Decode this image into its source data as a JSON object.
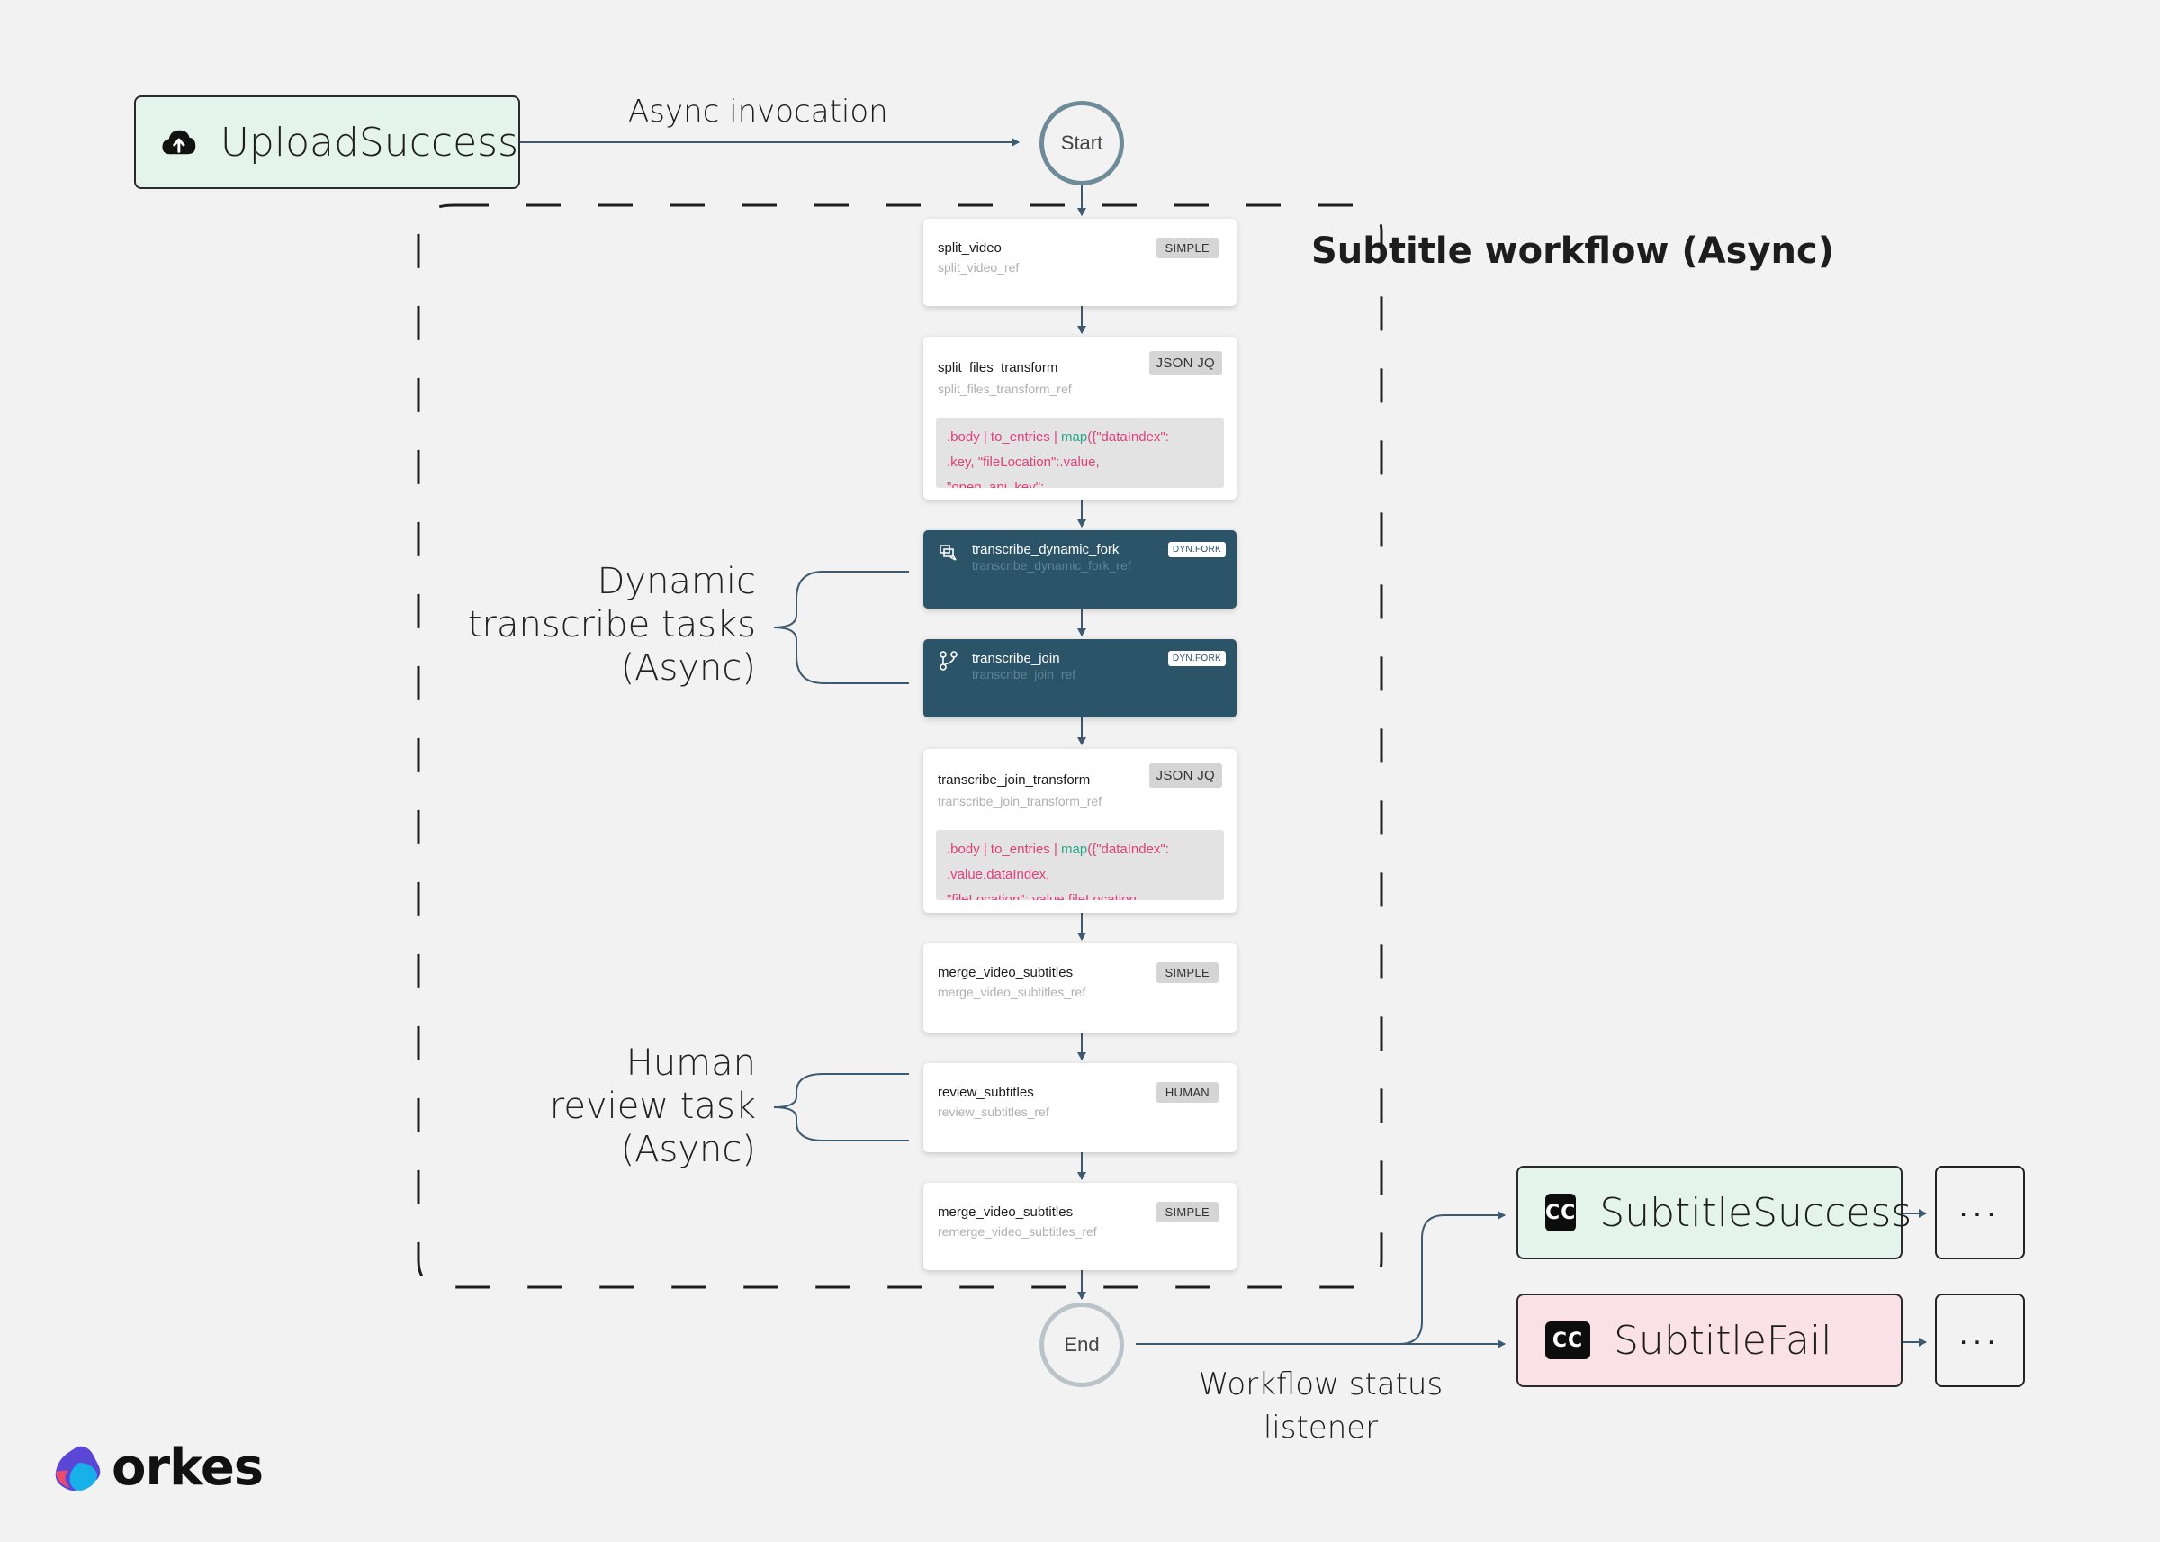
{
  "events": {
    "upload": "UploadSuccess",
    "success": "SubtitleSuccess",
    "fail": "SubtitleFail",
    "more": "..."
  },
  "edges": {
    "async_invocation": "Async invocation",
    "status_listener": "Workflow status listener"
  },
  "nodes": {
    "start": "Start",
    "end": "End"
  },
  "workflow_title": "Subtitle workflow (Async)",
  "annotations": {
    "dynamic": [
      "Dynamic",
      "transcribe tasks",
      "(Async)"
    ],
    "human": [
      "Human",
      "review task",
      "(Async)"
    ]
  },
  "tasks": [
    {
      "name": "split_video",
      "ref": "split_video_ref",
      "type": "SIMPLE"
    },
    {
      "name": "split_files_transform",
      "ref": "split_files_transform_ref",
      "type": "JSON JQ",
      "code": [
        ".body | to_entries | ",
        "map",
        "({\"dataIndex\":",
        ".key, \"fileLocation\":.value,",
        "\"open_api_key\":"
      ]
    },
    {
      "name": "transcribe_dynamic_fork",
      "ref": "transcribe_dynamic_fork_ref",
      "type": "DYN.FORK"
    },
    {
      "name": "transcribe_join",
      "ref": "transcribe_join_ref",
      "type": "DYN.FORK"
    },
    {
      "name": "transcribe_join_transform",
      "ref": "transcribe_join_transform_ref",
      "type": "JSON JQ",
      "code": [
        ".body | to_entries | ",
        "map",
        "({\"dataIndex\":",
        ".value.dataIndex,",
        "\"fileLocation\":.value.fileLocation"
      ]
    },
    {
      "name": "merge_video_subtitles",
      "ref": "merge_video_subtitles_ref",
      "type": "SIMPLE"
    },
    {
      "name": "review_subtitles",
      "ref": "review_subtitles_ref",
      "type": "HUMAN"
    },
    {
      "name": "merge_video_subtitles",
      "ref": "remerge_video_subtitles_ref",
      "type": "SIMPLE"
    }
  ],
  "brand": "orkes",
  "colors": {
    "success_bg": "#e4f4ec",
    "fail_bg": "#f9e1e7",
    "dark_task": "#2c5468",
    "connector": "#3e5a70"
  }
}
